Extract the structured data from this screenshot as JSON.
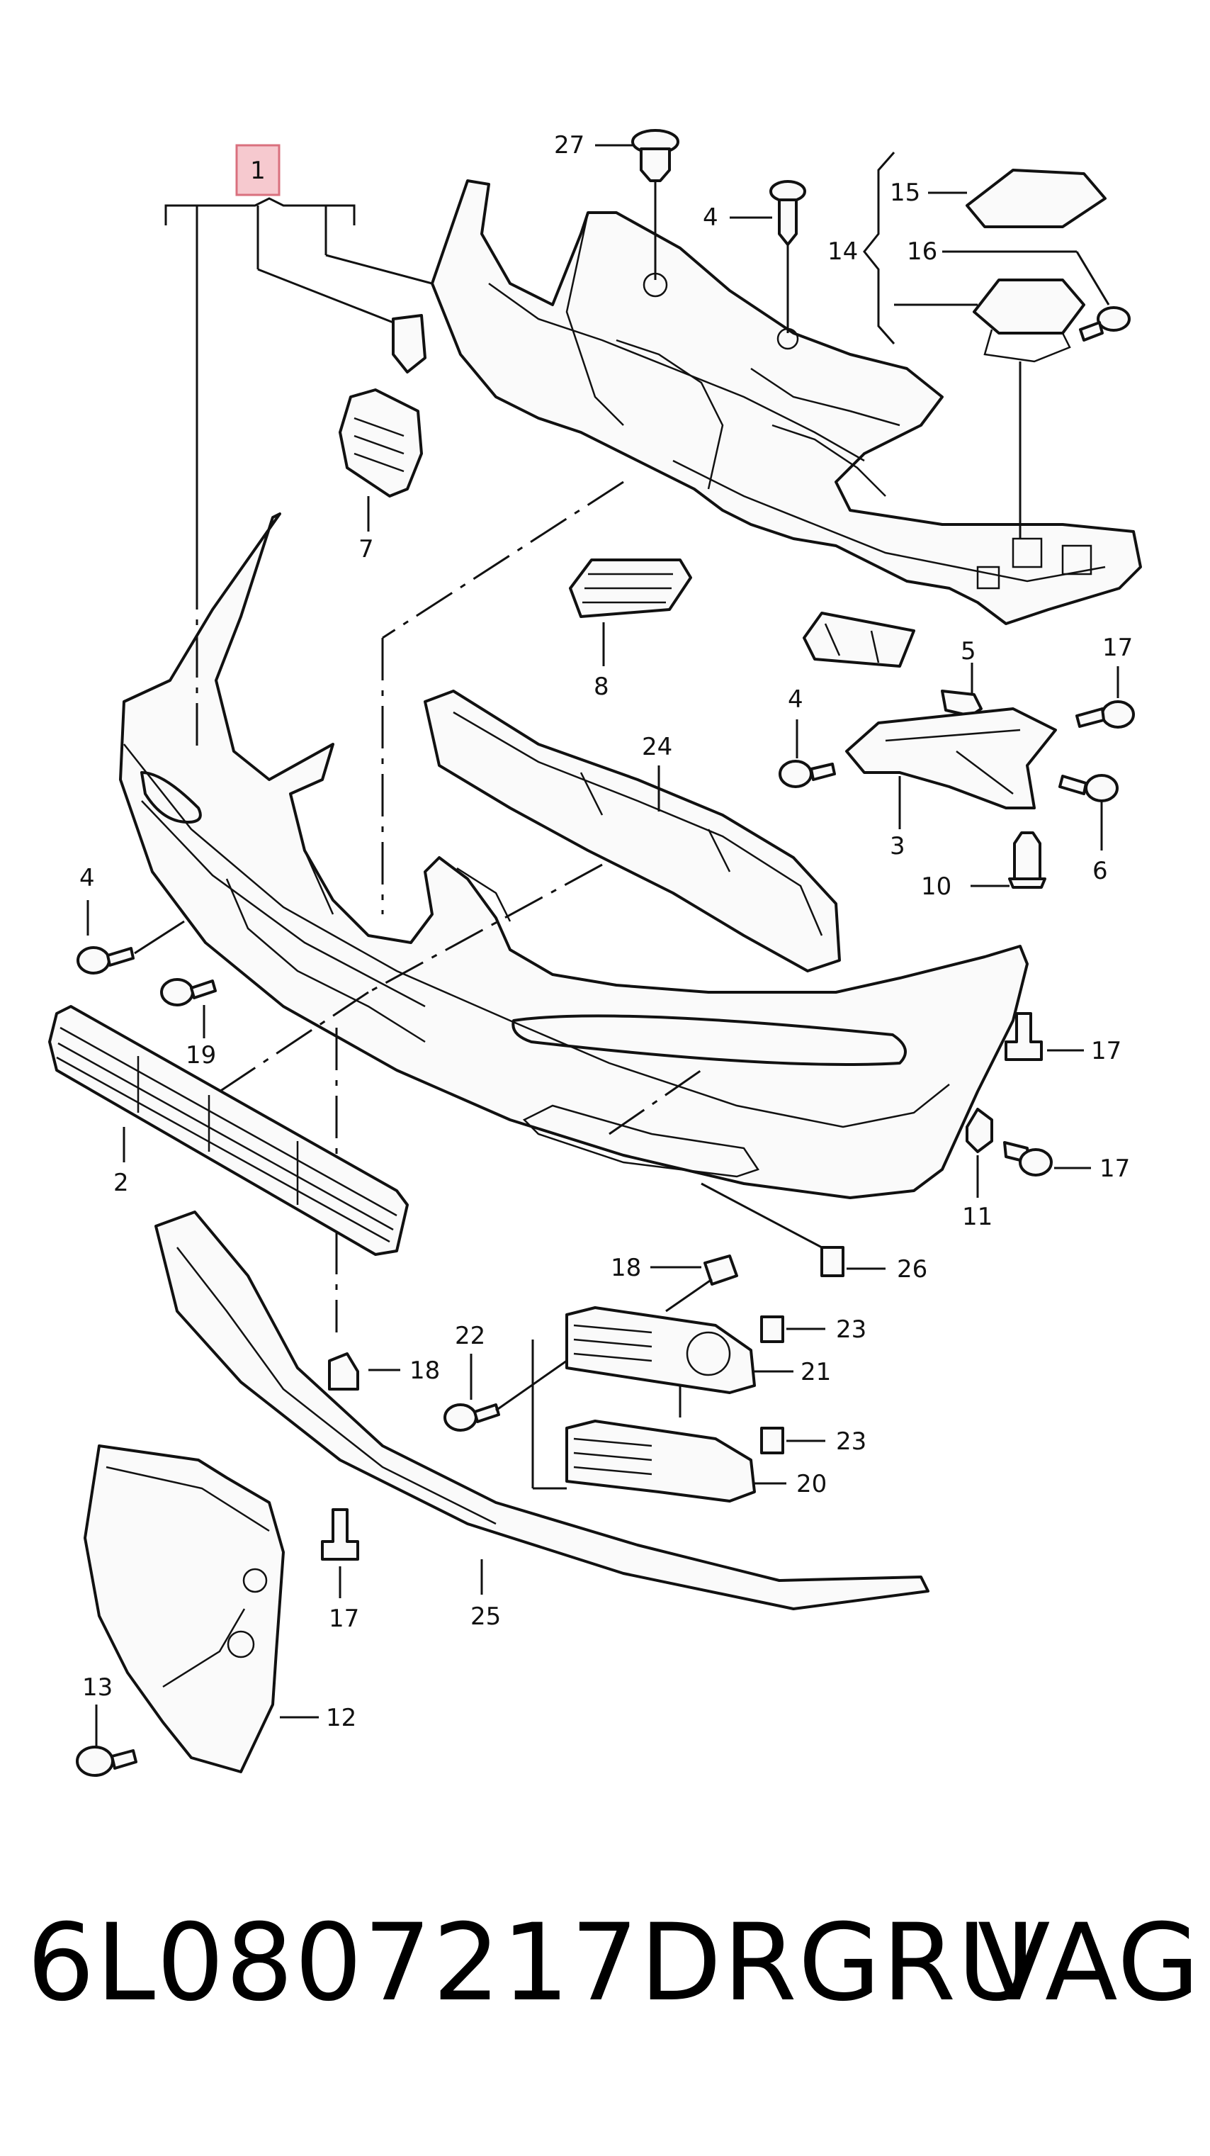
{
  "diagram": {
    "labels": {
      "p1": "1",
      "p2": "2",
      "p3": "3",
      "p4a": "4",
      "p4b": "4",
      "p4c": "4",
      "p5": "5",
      "p6": "6",
      "p7": "7",
      "p8": "8",
      "p10": "10",
      "p11": "11",
      "p12": "12",
      "p13": "13",
      "p14": "14",
      "p15": "15",
      "p16": "16",
      "p17a": "17",
      "p17b": "17",
      "p17c": "17",
      "p17d": "17",
      "p18a": "18",
      "p18b": "18",
      "p19": "19",
      "p20": "20",
      "p21": "21",
      "p22": "22",
      "p23a": "23",
      "p23b": "23",
      "p24": "24",
      "p25": "25",
      "p26": "26",
      "p27": "27"
    }
  },
  "footer": {
    "part_number": "6L0807217DRGRU",
    "brand": "VAG"
  }
}
